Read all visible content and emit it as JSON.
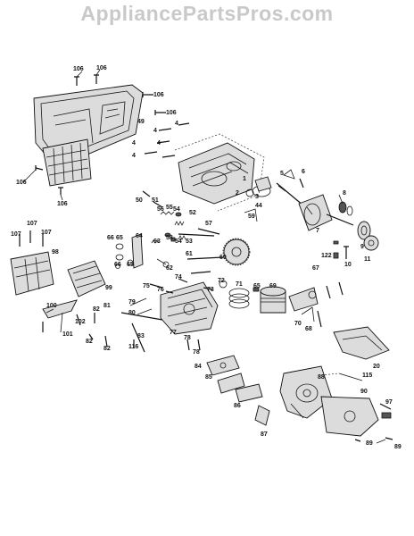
{
  "watermark": "AppliancePartsPros.com",
  "callouts": [
    "106",
    "106",
    "106",
    "49",
    "106",
    "4",
    "4",
    "4",
    "4",
    "4",
    "106",
    "106",
    "1",
    "2",
    "3",
    "44",
    "5",
    "6",
    "7",
    "8",
    "9",
    "10",
    "11",
    "122",
    "50",
    "51",
    "56",
    "55",
    "54",
    "52",
    "58",
    "53",
    "54",
    "57",
    "59",
    "107",
    "107",
    "107",
    "98",
    "66",
    "65",
    "64",
    "63",
    "62",
    "65",
    "66",
    "61",
    "60",
    "72",
    "71",
    "65",
    "69",
    "67",
    "70",
    "68",
    "99",
    "75",
    "76",
    "74",
    "73",
    "79",
    "80",
    "82",
    "81",
    "102",
    "100",
    "101",
    "82",
    "77",
    "83",
    "116",
    "82",
    "78",
    "78",
    "84",
    "85",
    "86",
    "87",
    "88",
    "115",
    "90",
    "97",
    "89",
    "89",
    "20"
  ]
}
